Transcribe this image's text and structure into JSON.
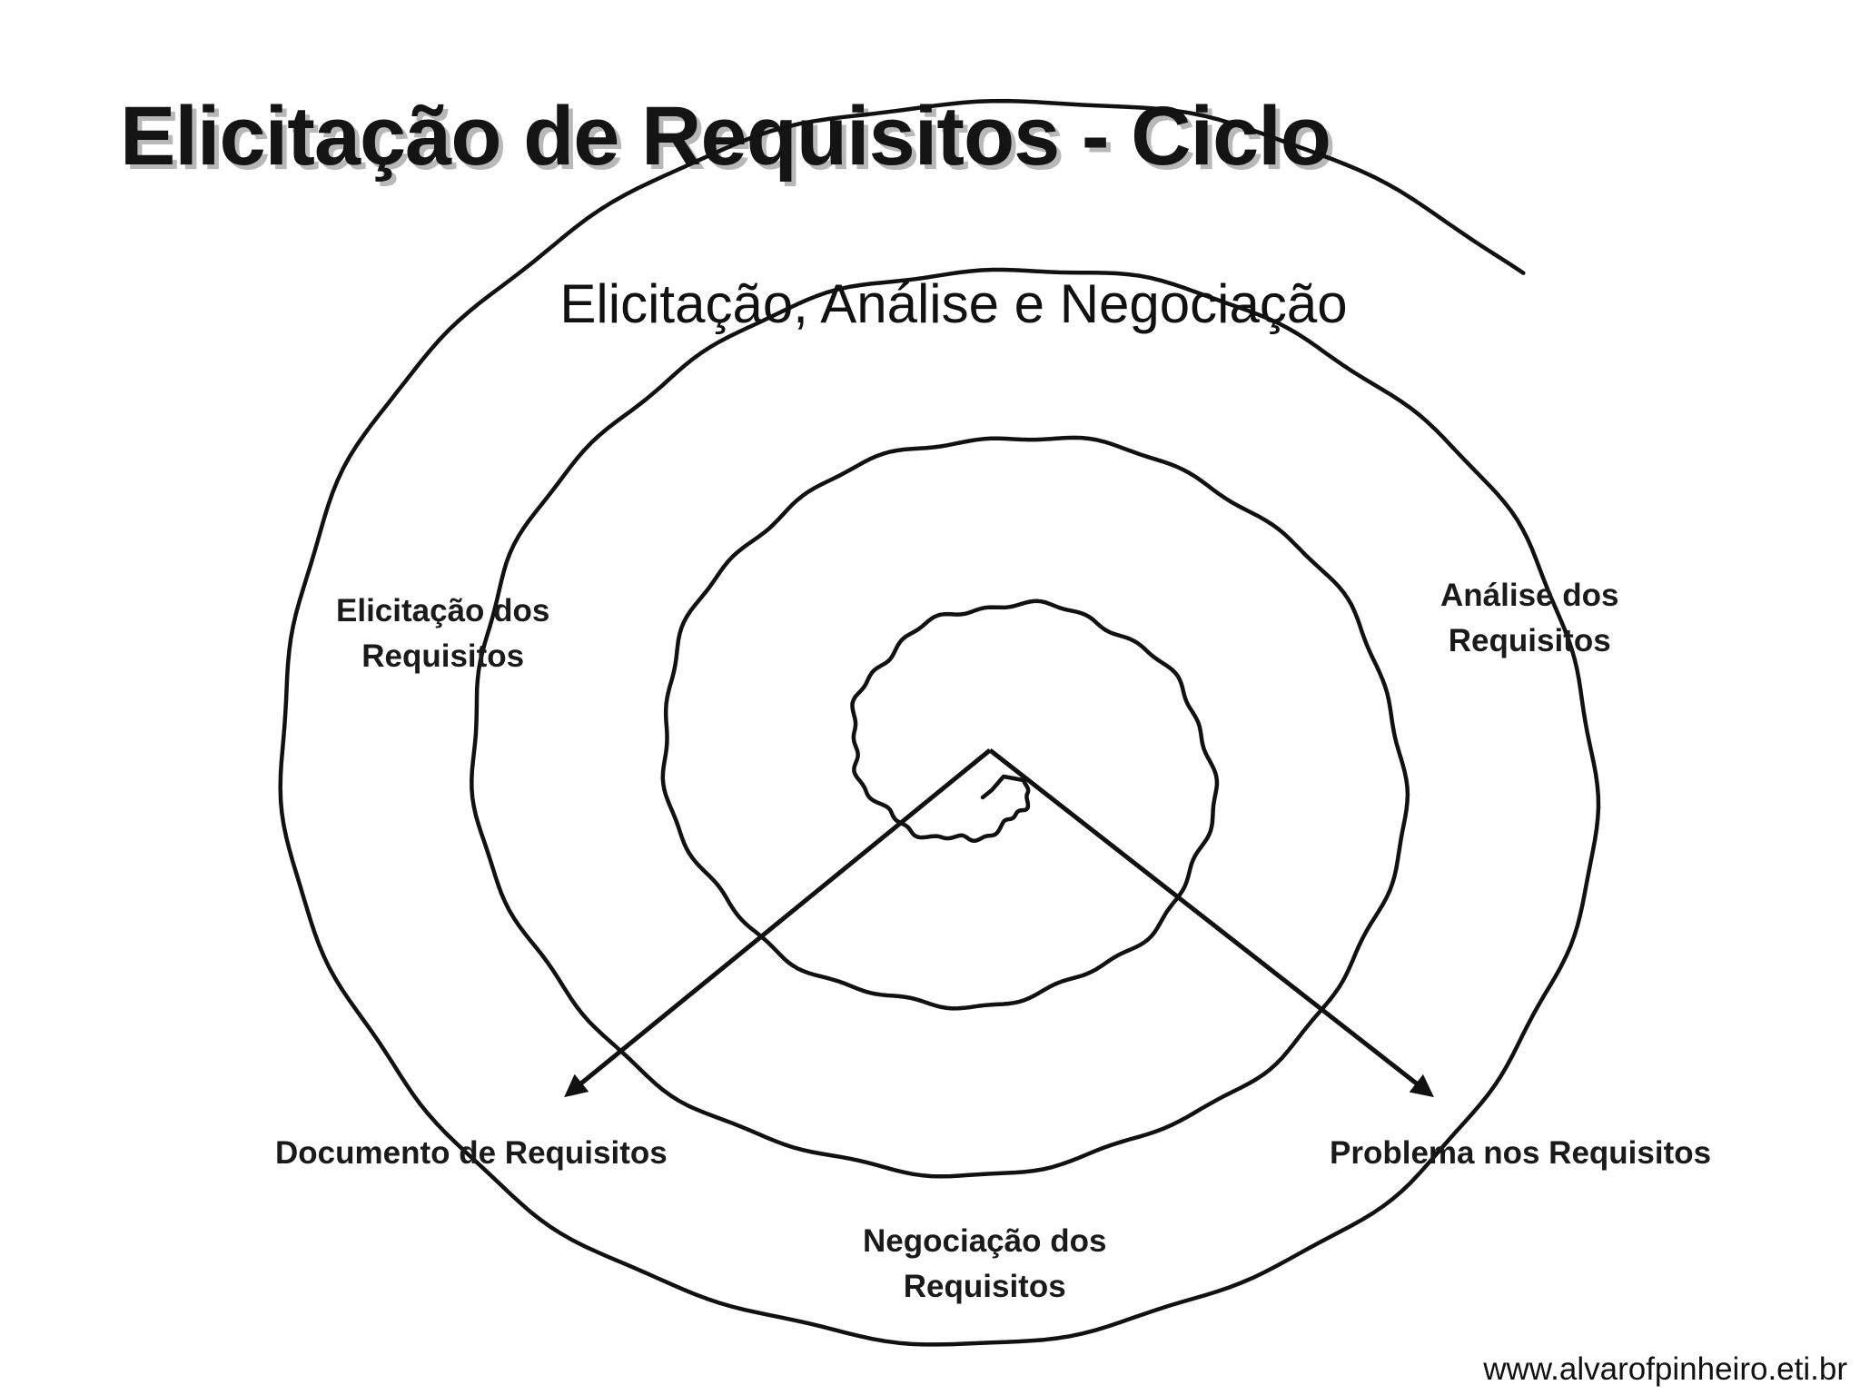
{
  "slide": {
    "title": "Elicitação de Requisitos - Ciclo",
    "subtitle": "Elicitação, Análise e Negociação"
  },
  "diagram": {
    "labels": {
      "elicitation": [
        "Elicitação dos",
        "Requisitos"
      ],
      "analysis": [
        "Análise dos",
        "Requisitos"
      ],
      "negotiation": [
        "Negociação dos",
        "Requisitos"
      ],
      "document_output": "Documento de Requisitos",
      "problem_output": "Problema nos Requisitos"
    },
    "colors": {
      "stroke": "#111111",
      "text": "#1a1a1a",
      "title_shadow": "#b8b8b8"
    }
  },
  "footer": {
    "url": "www.alvarofpinheiro.eti.br"
  }
}
